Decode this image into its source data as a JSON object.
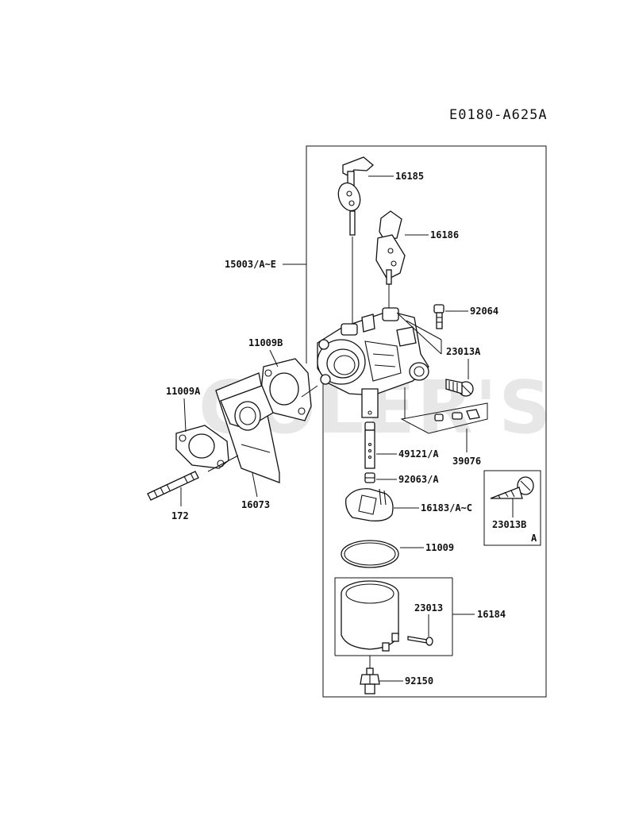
{
  "diagram": {
    "code": "E0180-A625A",
    "watermark": "COLER'S",
    "inset_label": "A",
    "labels": {
      "p16185": "16185",
      "p16186": "16186",
      "p15003": "15003/A~E",
      "p92064": "92064",
      "p11009B": "11009B",
      "p23013A": "23013A",
      "p11009A": "11009A",
      "p49121": "49121/A",
      "p39076": "39076",
      "p92063": "92063/A",
      "p16183": "16183/A~C",
      "p23013B": "23013B",
      "p172": "172",
      "p16073": "16073",
      "p11009": "11009",
      "p23013": "23013",
      "p16184": "16184",
      "p92150": "92150"
    }
  }
}
